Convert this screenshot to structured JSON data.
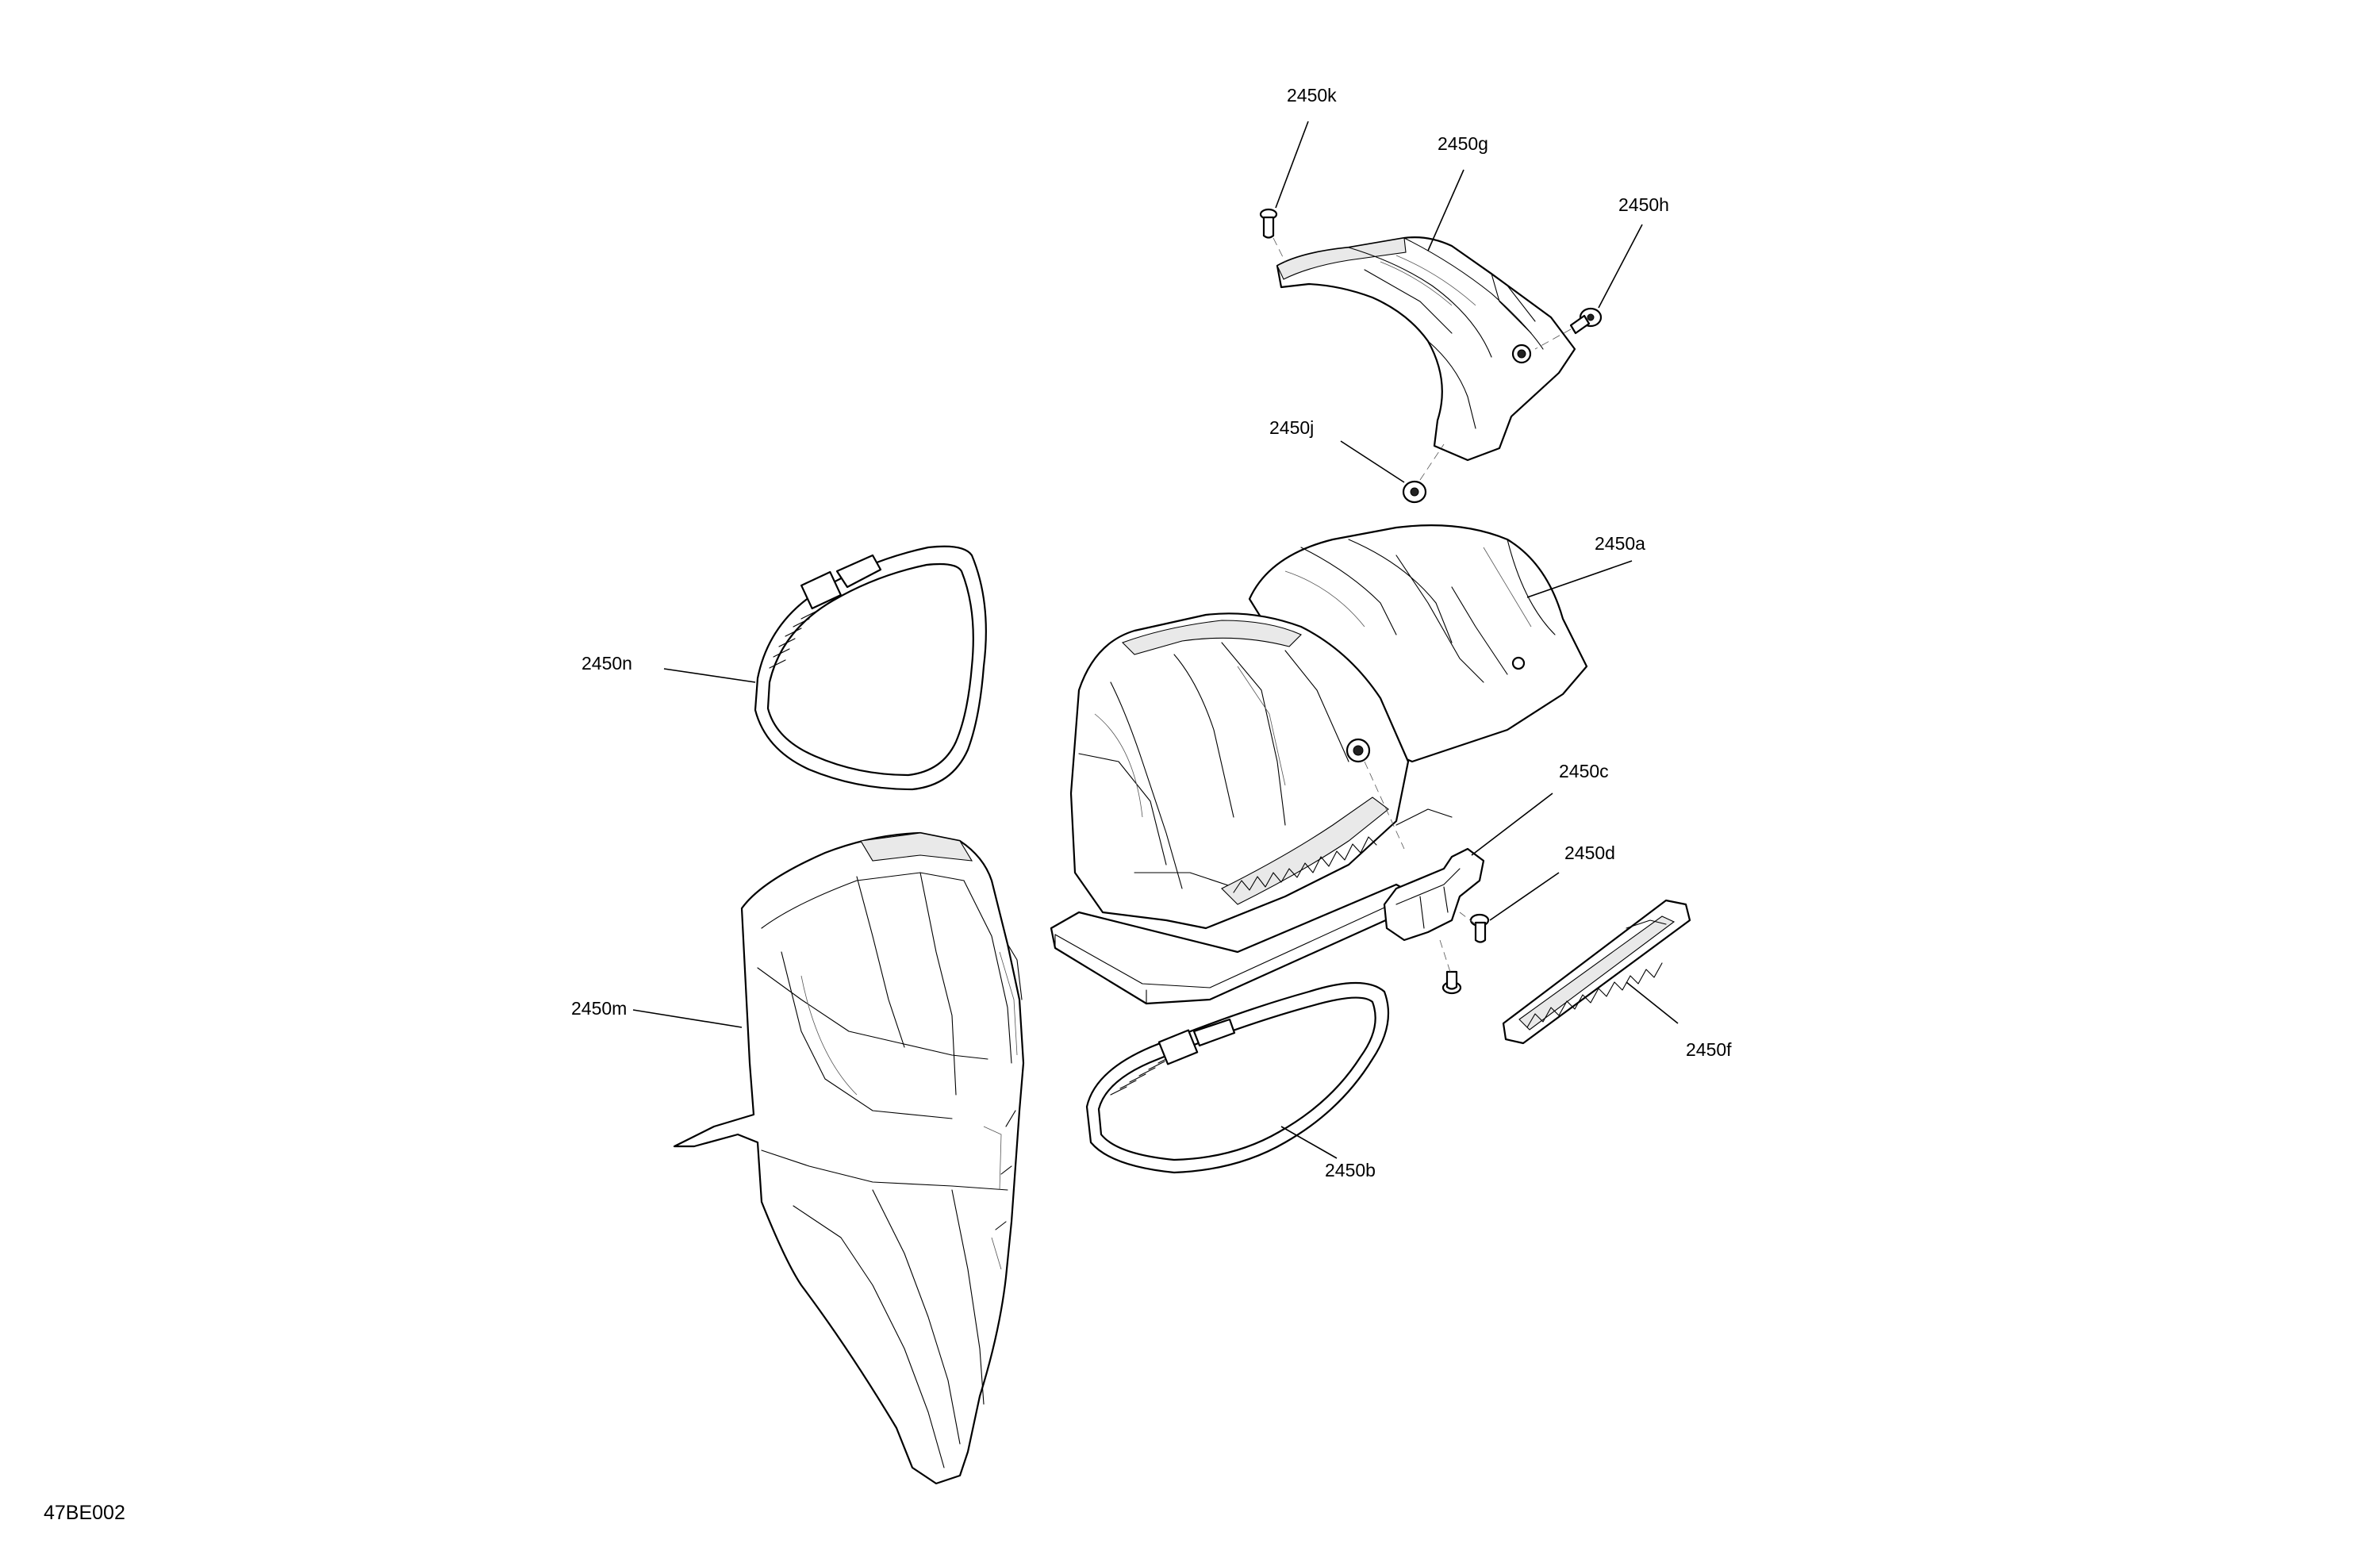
{
  "drawing_id": "47BE002",
  "callouts": {
    "k": "2450k",
    "g": "2450g",
    "h": "2450h",
    "j": "2450j",
    "a": "2450a",
    "n": "2450n",
    "c": "2450c",
    "d": "2450d",
    "m": "2450m",
    "f": "2450f",
    "b": "2450b"
  }
}
